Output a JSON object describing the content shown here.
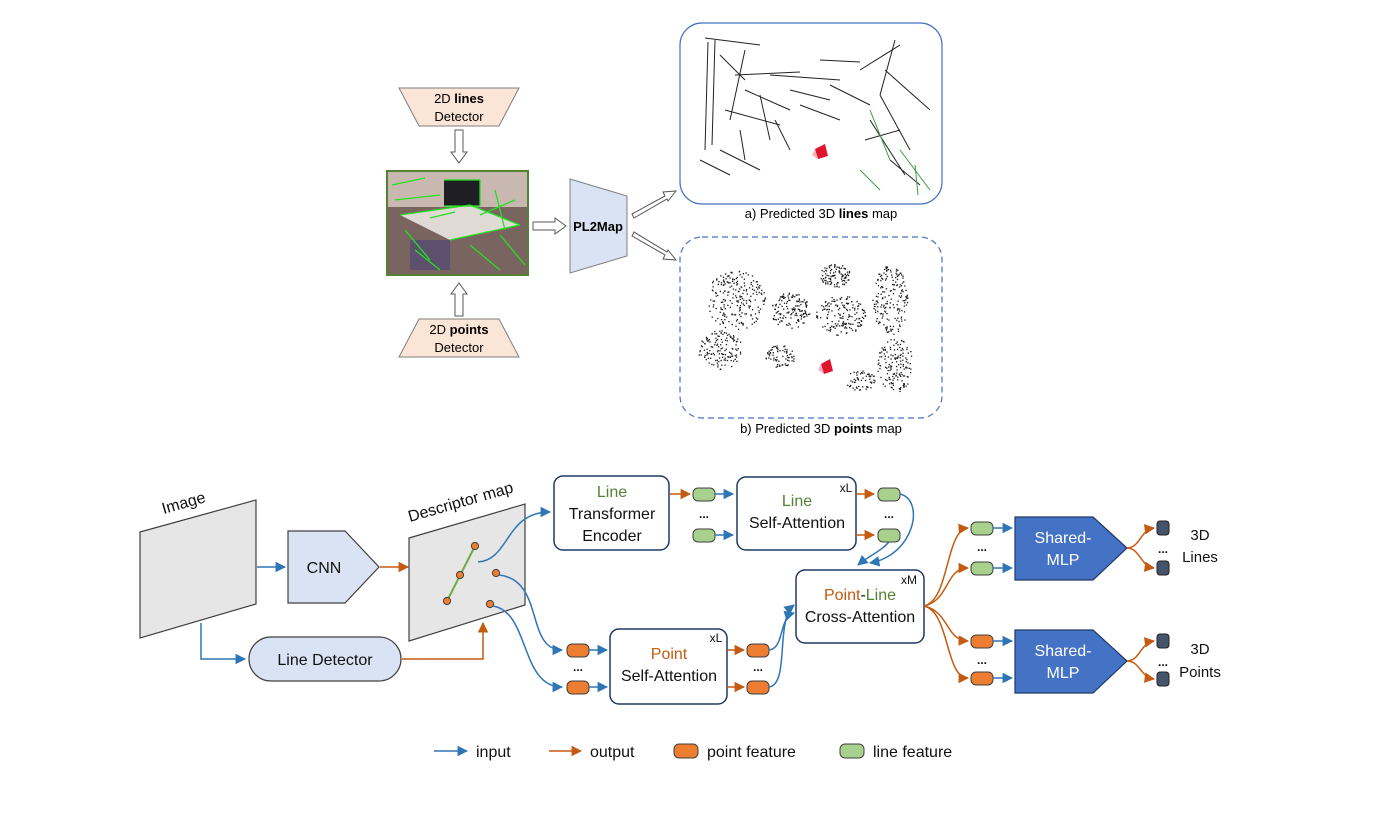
{
  "colors": {
    "input_arrow": "#2e75b6",
    "output_arrow": "#c55a11",
    "point_feature": "#ed7d31",
    "line_feature": "#a9d18e",
    "green_text": "#548235",
    "orange_text": "#c55a11",
    "detector_fill": "#fbe5d6",
    "module_fill": "#dae3f3",
    "mlp_fill": "#4472c4",
    "gray_plane": "#e7e6e6"
  },
  "top": {
    "lines_detector": {
      "prefix": "2D ",
      "bold": "lines",
      "line2": "Detector"
    },
    "points_detector": {
      "prefix": "2D ",
      "bold": "points",
      "line2": "Detector"
    },
    "model_label": "PL2Map",
    "lines_map_caption": {
      "prefix": "a) Predicted 3D ",
      "bold": "lines",
      "suffix": " map"
    },
    "points_map_caption": {
      "prefix": "b) Predicted 3D ",
      "bold": "points",
      "suffix": " map"
    }
  },
  "bottom": {
    "image_label": "Image",
    "cnn_label": "CNN",
    "descriptor_label": "Descriptor map",
    "line_detector_label": "Line Detector",
    "line_encoder": {
      "colored": "Line",
      "line2": "Transformer",
      "line3": "Encoder"
    },
    "line_self_attention": {
      "colored": "Line",
      "line2": "Self-Attention",
      "repeat": "xL"
    },
    "point_self_attention": {
      "colored": "Point",
      "line2": "Self-Attention",
      "repeat": "xL"
    },
    "cross_attention": {
      "colored_point": "Point",
      "dash": "-",
      "colored_line": "Line",
      "line2": "Cross-Attention",
      "repeat": "xM"
    },
    "mlp_lines": {
      "line1": "Shared-",
      "line2": "MLP"
    },
    "mlp_points": {
      "line1": "Shared-",
      "line2": "MLP"
    },
    "out_lines": {
      "line1": "3D",
      "line2": "Lines"
    },
    "out_points": {
      "line1": "3D",
      "line2": "Points"
    },
    "ellipsis": "..."
  },
  "legend": {
    "input": "input",
    "output": "output",
    "point_feature": "point feature",
    "line_feature": "line feature"
  }
}
